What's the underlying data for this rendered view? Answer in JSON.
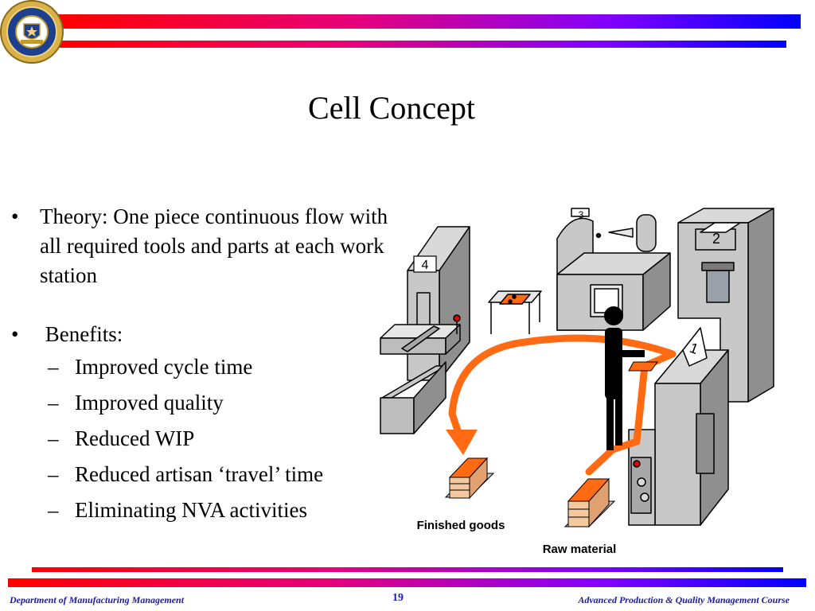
{
  "slide": {
    "title": "Cell Concept",
    "bullets": [
      {
        "marker": "•",
        "text": "Theory:  One piece continuous flow with all required tools and parts at each work station"
      },
      {
        "marker": "•",
        "text": " Benefits:"
      }
    ],
    "sub_items": [
      {
        "dash": "–",
        "text": "Improved cycle time"
      },
      {
        "dash": "–",
        "text": "Improved quality"
      },
      {
        "dash": "–",
        "text": "Reduced WIP"
      },
      {
        "dash": "–",
        "text": "Reduced artisan ‘travel’ time"
      },
      {
        "dash": "–",
        "text": "Eliminating NVA activities"
      }
    ]
  },
  "illustration": {
    "station_labels": [
      "4",
      "3",
      "2",
      "1"
    ],
    "finished_goods": "Finished goods",
    "raw_material": "Raw material",
    "colors": {
      "flow": "#ff6a13",
      "machine": "#c8c8c8",
      "machine_dark": "#8f8f8f",
      "worker": "#000000"
    }
  },
  "footer": {
    "left": "Department of Manufacturing Management",
    "page": "19",
    "right": "Advanced Production & Quality Management Course"
  },
  "colors": {
    "bar_start": "#ff0000",
    "bar_end": "#0000ff",
    "footer_text": "#1a1aa8"
  }
}
